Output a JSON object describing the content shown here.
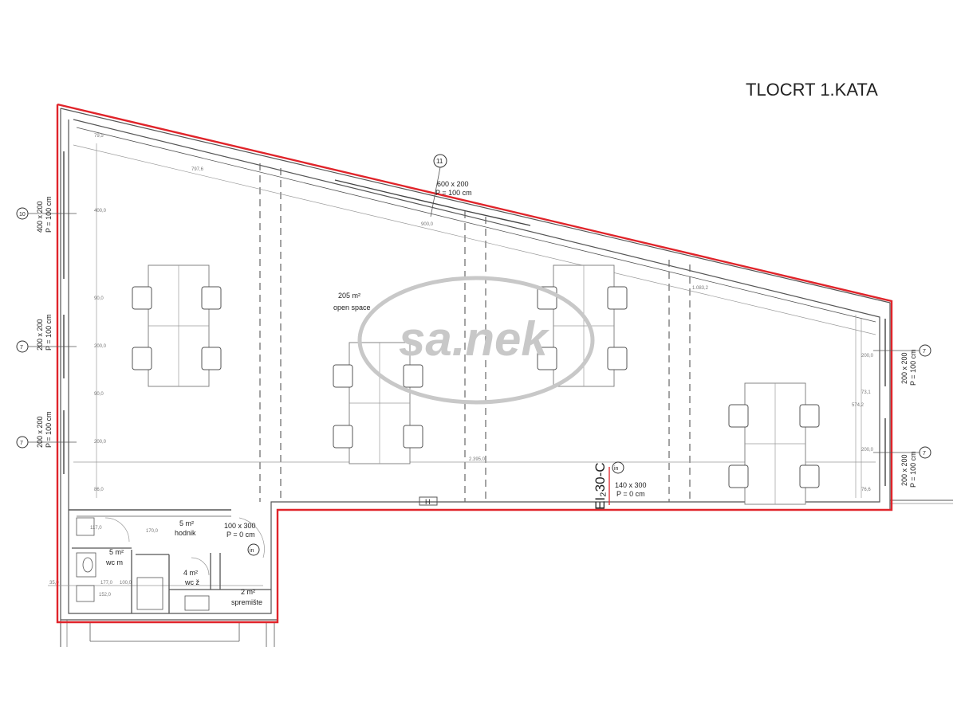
{
  "title": "TLOCRT 1.KATA",
  "watermark": "sa.nek",
  "colors": {
    "outline": "#e0242a",
    "wall": "#555555",
    "text": "#222222",
    "watermark": "#c8c8c8"
  },
  "rooms": {
    "open_space": {
      "area": "205 m²",
      "name": "open space"
    },
    "hodnik": {
      "area": "5 m²",
      "name": "hodnik"
    },
    "wc_m": {
      "area": "5 m²",
      "name": "wc m"
    },
    "wc_z": {
      "area": "4 m²",
      "name": "wc ž"
    },
    "spremiste": {
      "area": "2 m²",
      "name": "spremište"
    }
  },
  "windows": {
    "top": {
      "size": "600 x 200",
      "sill": "P = 100 cm",
      "marker": "11"
    },
    "left_upper": {
      "size": "400 x 200",
      "sill": "P = 100 cm",
      "marker": "10"
    },
    "left_mid": {
      "size": "200 x 200",
      "sill": "P = 100 cm",
      "marker": "7"
    },
    "left_lower": {
      "size": "200 x 200",
      "sill": "P = 100 cm",
      "marker": "7"
    },
    "right_upper": {
      "size": "200 x 200",
      "sill": "P = 100 cm",
      "marker": "7"
    },
    "right_lower": {
      "size": "200 x 200",
      "sill": "P = 100 cm",
      "marker": "7"
    }
  },
  "doors": {
    "main": {
      "size": "140 x 300",
      "sill": "P = 0 cm",
      "marker": "in"
    },
    "hodnik": {
      "size": "100 x 300",
      "sill": "P = 0 cm",
      "marker": "in"
    }
  },
  "fire_rating": "EI₂30-C",
  "hydrant": "H",
  "dimensions": {
    "d_797": "797,6",
    "d_900": "900,0",
    "d_1083": "1.083,2",
    "d_2395": "2.395,0",
    "d_400": "400,0",
    "d_200a": "200,0",
    "d_200b": "200,0",
    "d_90a": "90,0",
    "d_90b": "90,0",
    "d_86": "86,0",
    "d_79": "79,5",
    "d_574": "574,2",
    "d_200c": "200,0",
    "d_73": "73,1",
    "d_76": "76,6",
    "d_200d": "200,0",
    "d_117": "117,0",
    "d_152": "152,0",
    "d_35": "35,0",
    "d_177": "177,0",
    "d_100": "100,0",
    "d_170": "170,0"
  }
}
